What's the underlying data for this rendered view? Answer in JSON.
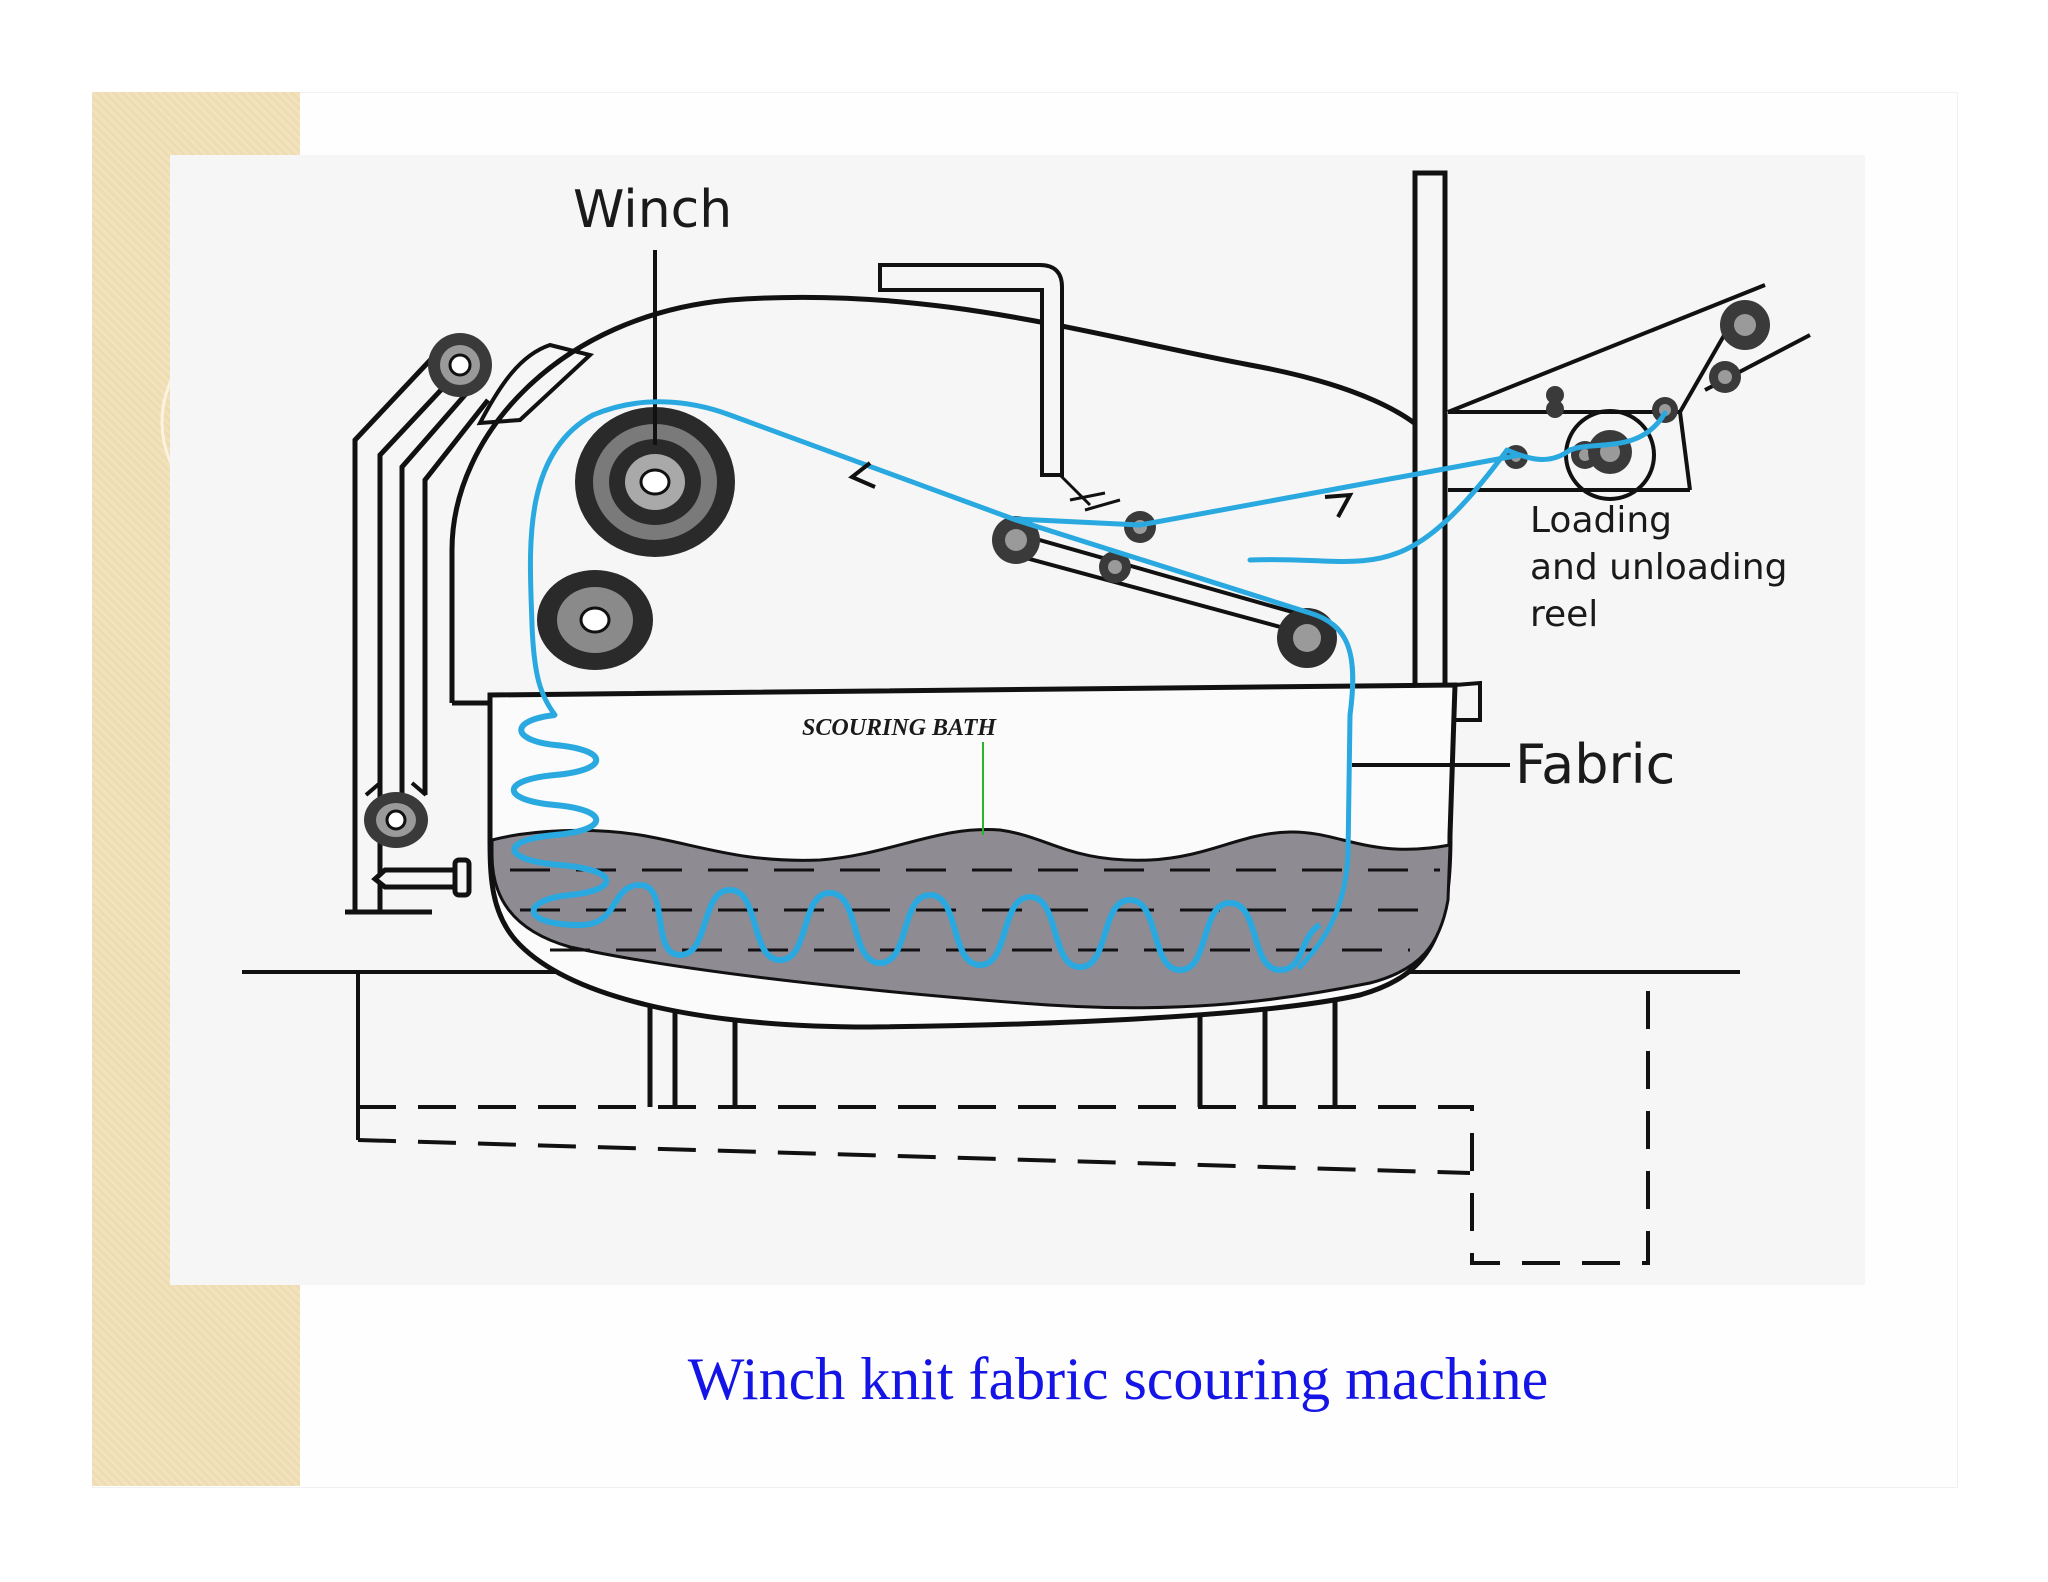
{
  "diagram": {
    "labels": {
      "winch": "Winch",
      "scouring_bath": "SCOURING BATH",
      "loading_line1": "Loading",
      "loading_line2": "and unloading",
      "loading_line3": "reel",
      "fabric": "Fabric"
    },
    "colors": {
      "fabric": "#29a9e0",
      "liquor": "#8e8b93",
      "outline": "#111111",
      "leader": "#2bb52b"
    }
  },
  "caption": "Winch knit fabric scouring machine",
  "colors": {
    "caption": "#1414e6",
    "band": "#f2e2bd"
  }
}
